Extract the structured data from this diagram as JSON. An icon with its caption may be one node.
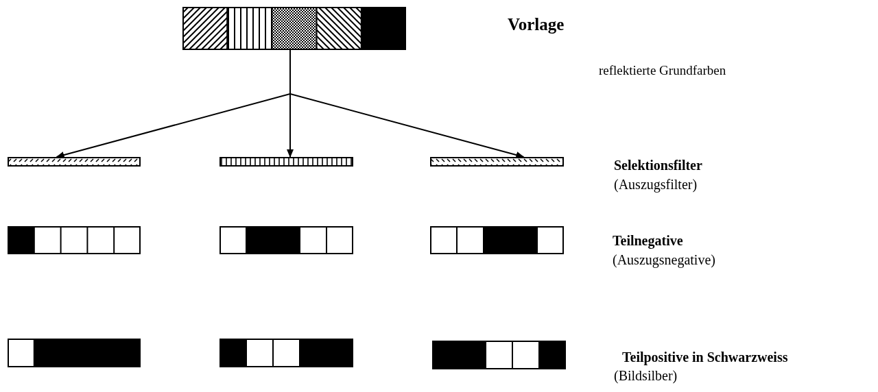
{
  "diagram": {
    "nodes": [
      {
        "text": [],
        "shape": "bar"
      },
      {
        "text": [],
        "shape": "bar"
      },
      {
        "text": [],
        "shape": "bar"
      },
      {
        "text": [],
        "shape": "bar"
      },
      {
        "text": [],
        "shape": "bar"
      },
      {
        "text": [],
        "shape": "bar"
      },
      {
        "text": [],
        "shape": "bar"
      },
      {
        "text": [],
        "shape": "bar"
      },
      {
        "text": [],
        "shape": "bar"
      },
      {
        "text": [],
        "shape": "bar"
      }
    ],
    "edges": [
      {
        "from": 0,
        "to": 1,
        "arrow": "to"
      },
      {
        "from": 0,
        "to": 2,
        "arrow": "to"
      },
      {
        "from": 0,
        "to": 3,
        "arrow": "to"
      }
    ],
    "labels": [
      "Vorlage",
      "reflektierte Grundfarben",
      "Selektionsfilter",
      "(Auszugsfilter)",
      "Teilnegative",
      "(Auszugsnegative)",
      "Teilpositive in Schwarzweiss",
      "(Bildsilber)"
    ]
  }
}
